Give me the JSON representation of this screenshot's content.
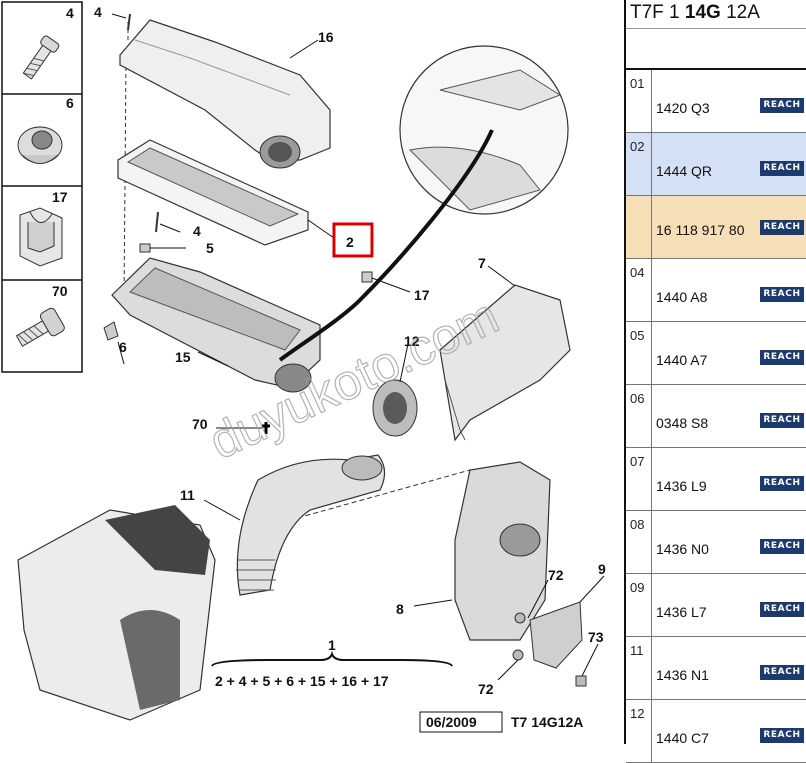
{
  "diagram": {
    "side_parts": [
      {
        "number": "4"
      },
      {
        "number": "6"
      },
      {
        "number": "17"
      },
      {
        "number": "70"
      }
    ],
    "callouts": [
      "4",
      "16",
      "2",
      "4",
      "5",
      "17",
      "7",
      "12",
      "6",
      "15",
      "70",
      "11",
      "72",
      "9",
      "8",
      "73",
      "72",
      "1"
    ],
    "formula": "2 + 4 + 5 + 6 + 15 + 16 + 17",
    "date": "06/2009",
    "page_code": "T7 14G12A",
    "watermark": "duyukoto.com",
    "highlight_color": "#d40000"
  },
  "panel": {
    "header": {
      "prefix": "T7F 1 ",
      "bold": "14G",
      "suffix": " 12A"
    },
    "badge_label": "REACH",
    "rows": [
      {
        "index": "01",
        "ref": "1420 Q3",
        "state": "normal"
      },
      {
        "index": "02",
        "ref": "1444 QR",
        "state": "selected"
      },
      {
        "index": "",
        "ref": "16 118 917 80",
        "state": "sub"
      },
      {
        "index": "04",
        "ref": "1440 A8",
        "state": "normal"
      },
      {
        "index": "05",
        "ref": "1440 A7",
        "state": "normal"
      },
      {
        "index": "06",
        "ref": "0348 S8",
        "state": "normal"
      },
      {
        "index": "07",
        "ref": "1436 L9",
        "state": "normal"
      },
      {
        "index": "08",
        "ref": "1436 N0",
        "state": "normal"
      },
      {
        "index": "09",
        "ref": "1436 L7",
        "state": "normal"
      },
      {
        "index": "11",
        "ref": "1436 N1",
        "state": "normal"
      },
      {
        "index": "12",
        "ref": "1440 C7",
        "state": "normal"
      }
    ]
  }
}
